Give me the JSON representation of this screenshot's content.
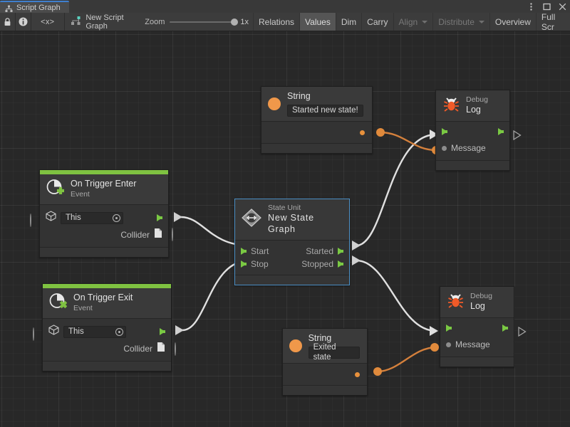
{
  "window": {
    "tab_label": "Script Graph",
    "tab_icon": "graph-icon",
    "menu_icon": "kebab-menu-icon",
    "maximize_icon": "maximize-icon",
    "close_icon": "close-icon"
  },
  "toolbar": {
    "lock_icon": "lock-icon",
    "info_icon": "info-icon",
    "code_label": "<x>",
    "graph_icon": "script-graph-icon",
    "graph_name": "New Script Graph",
    "zoom_label": "Zoom",
    "zoom_value": "1x",
    "buttons": [
      {
        "label": "Relations",
        "state": "normal",
        "caret": false
      },
      {
        "label": "Values",
        "state": "active",
        "caret": false
      },
      {
        "label": "Dim",
        "state": "normal",
        "caret": false
      },
      {
        "label": "Carry",
        "state": "normal",
        "caret": false
      },
      {
        "label": "Align",
        "state": "disabled",
        "caret": true
      },
      {
        "label": "Distribute",
        "state": "disabled",
        "caret": true
      },
      {
        "label": "Overview",
        "state": "normal",
        "caret": false
      },
      {
        "label": "Full Scr",
        "state": "normal",
        "caret": false
      }
    ]
  },
  "nodes": {
    "string_top": {
      "title": "String",
      "icon": "string-icon",
      "value": "Started new state!",
      "output_port": "value-output"
    },
    "debug_log_top": {
      "subtitle": "Debug",
      "title": "Log",
      "icon": "bug-icon",
      "flow_in": "flow-input",
      "flow_out": "flow-output",
      "message_label": "Message"
    },
    "on_trigger_enter": {
      "title": "On Trigger Enter",
      "subtitle": "Event",
      "icon": "event-enter-icon",
      "target_value": "This",
      "target_icon": "gameobject-icon",
      "collider_label": "Collider",
      "collider_icon": "collider-icon"
    },
    "state_unit": {
      "subtitle": "State Unit",
      "title": "New  State  Graph",
      "icon": "state-unit-icon",
      "in_start": "Start",
      "in_stop": "Stop",
      "out_started": "Started",
      "out_stopped": "Stopped"
    },
    "on_trigger_exit": {
      "title": "On Trigger Exit",
      "subtitle": "Event",
      "icon": "event-exit-icon",
      "target_value": "This",
      "target_icon": "gameobject-icon",
      "collider_label": "Collider",
      "collider_icon": "collider-icon"
    },
    "string_bottom": {
      "title": "String",
      "icon": "string-icon",
      "value": "Exited state",
      "output_port": "value-output"
    },
    "debug_log_bottom": {
      "subtitle": "Debug",
      "title": "Log",
      "icon": "bug-icon",
      "flow_in": "flow-input",
      "flow_out": "flow-output",
      "message_label": "Message"
    }
  },
  "colors": {
    "flow_edge": "#e0e0e0",
    "value_edge": "#d4803c",
    "event_accent": "#7fc241",
    "selection": "#4b8fc4",
    "canvas_bg": "#282828"
  }
}
